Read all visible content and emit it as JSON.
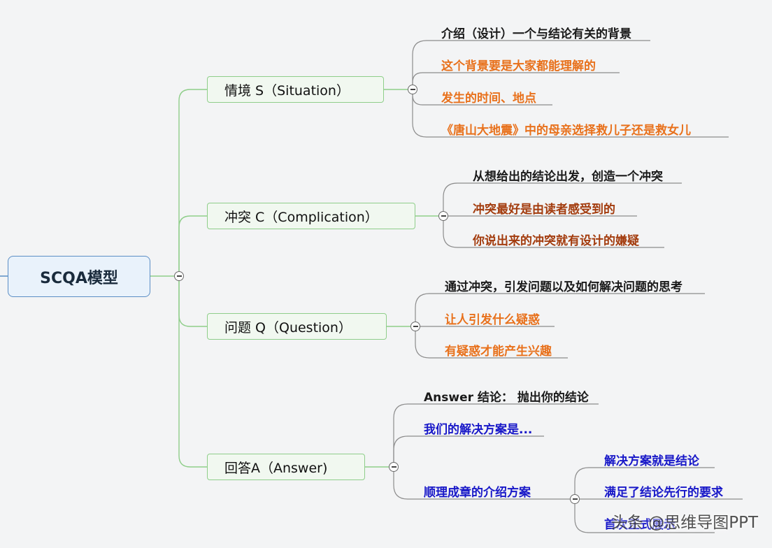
{
  "root": {
    "label": "SCQA模型"
  },
  "branches": [
    {
      "label": "情境  S（Situation）",
      "children": [
        {
          "label": "介绍（设计）一个与结论有关的背景",
          "color": "#1a1a1a"
        },
        {
          "label": "这个背景要是大家都能理解的",
          "color": "#e8711c"
        },
        {
          "label": "发生的时间、地点",
          "color": "#e8711c"
        },
        {
          "label": "《唐山大地震》中的母亲选择救儿子还是救女儿",
          "color": "#e8711c"
        }
      ]
    },
    {
      "label": "冲突  C（Complication）",
      "children": [
        {
          "label": "从想给出的结论出发，创造一个冲突",
          "color": "#1a1a1a"
        },
        {
          "label": "冲突最好是由读者感受到的",
          "color": "#a33c0e"
        },
        {
          "label": "你说出来的冲突就有设计的嫌疑",
          "color": "#a33c0e"
        }
      ]
    },
    {
      "label": "问题  Q（Question）",
      "children": [
        {
          "label": "通过冲突，引发问题以及如何解决问题的思考",
          "color": "#1a1a1a"
        },
        {
          "label": "让人引发什么疑惑",
          "color": "#e8711c"
        },
        {
          "label": "有疑惑才能产生兴趣",
          "color": "#e8711c"
        }
      ]
    },
    {
      "label": "回答A（Answer)",
      "children": [
        {
          "label": "Answer 结论：  抛出你的结论",
          "color": "#1a1a1a"
        },
        {
          "label": "我们的解决方案是...",
          "color": "#1818c8"
        },
        {
          "label": "顺理成章的介绍方案",
          "color": "#1818c8",
          "children": [
            {
              "label": "解决方案就是结论",
              "color": "#1818c8"
            },
            {
              "label": "满足了结论先行的要求",
              "color": "#1818c8"
            },
            {
              "label": "首次正式展示",
              "color": "#1818c8"
            }
          ]
        }
      ]
    }
  ],
  "watermark": "头条 @思维导图PPT",
  "colors": {
    "root_border": "#5b8ec5",
    "branch_border": "#8fce8a",
    "connector": "#8fce8a",
    "leaf_underline": "#8c8c8c"
  }
}
